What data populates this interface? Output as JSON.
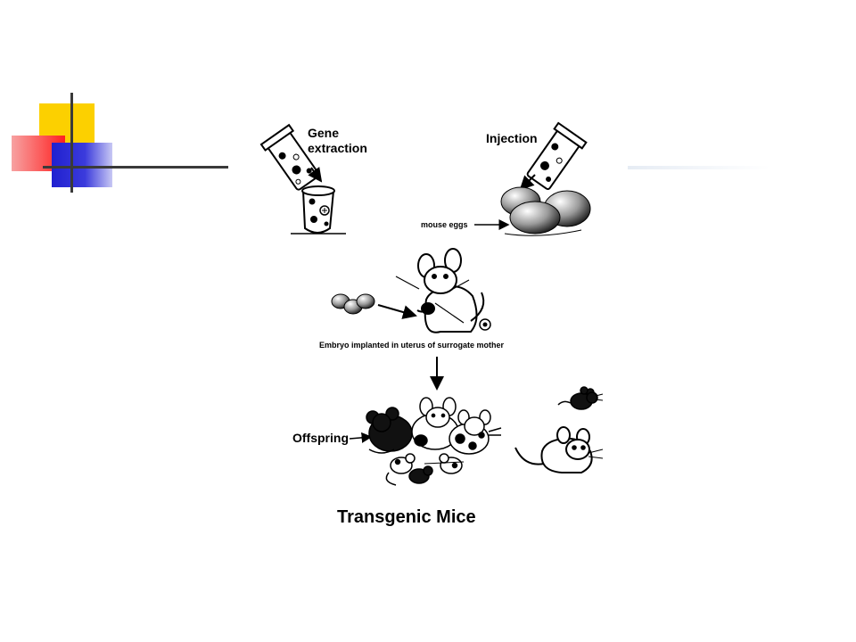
{
  "labels": {
    "gene_line1": "Gene",
    "gene_line2": "extraction",
    "injection": "Injection",
    "mouse_eggs": "mouse eggs",
    "embryo": "Embryo implanted in uterus of surrogate mother",
    "offspring": "Offspring",
    "title": "Transgenic Mice"
  },
  "colors": {
    "accent_yellow": "#fcd000",
    "accent_red": "#ff2020",
    "accent_blue": "#2020d0",
    "line": "#3a3a3a"
  }
}
